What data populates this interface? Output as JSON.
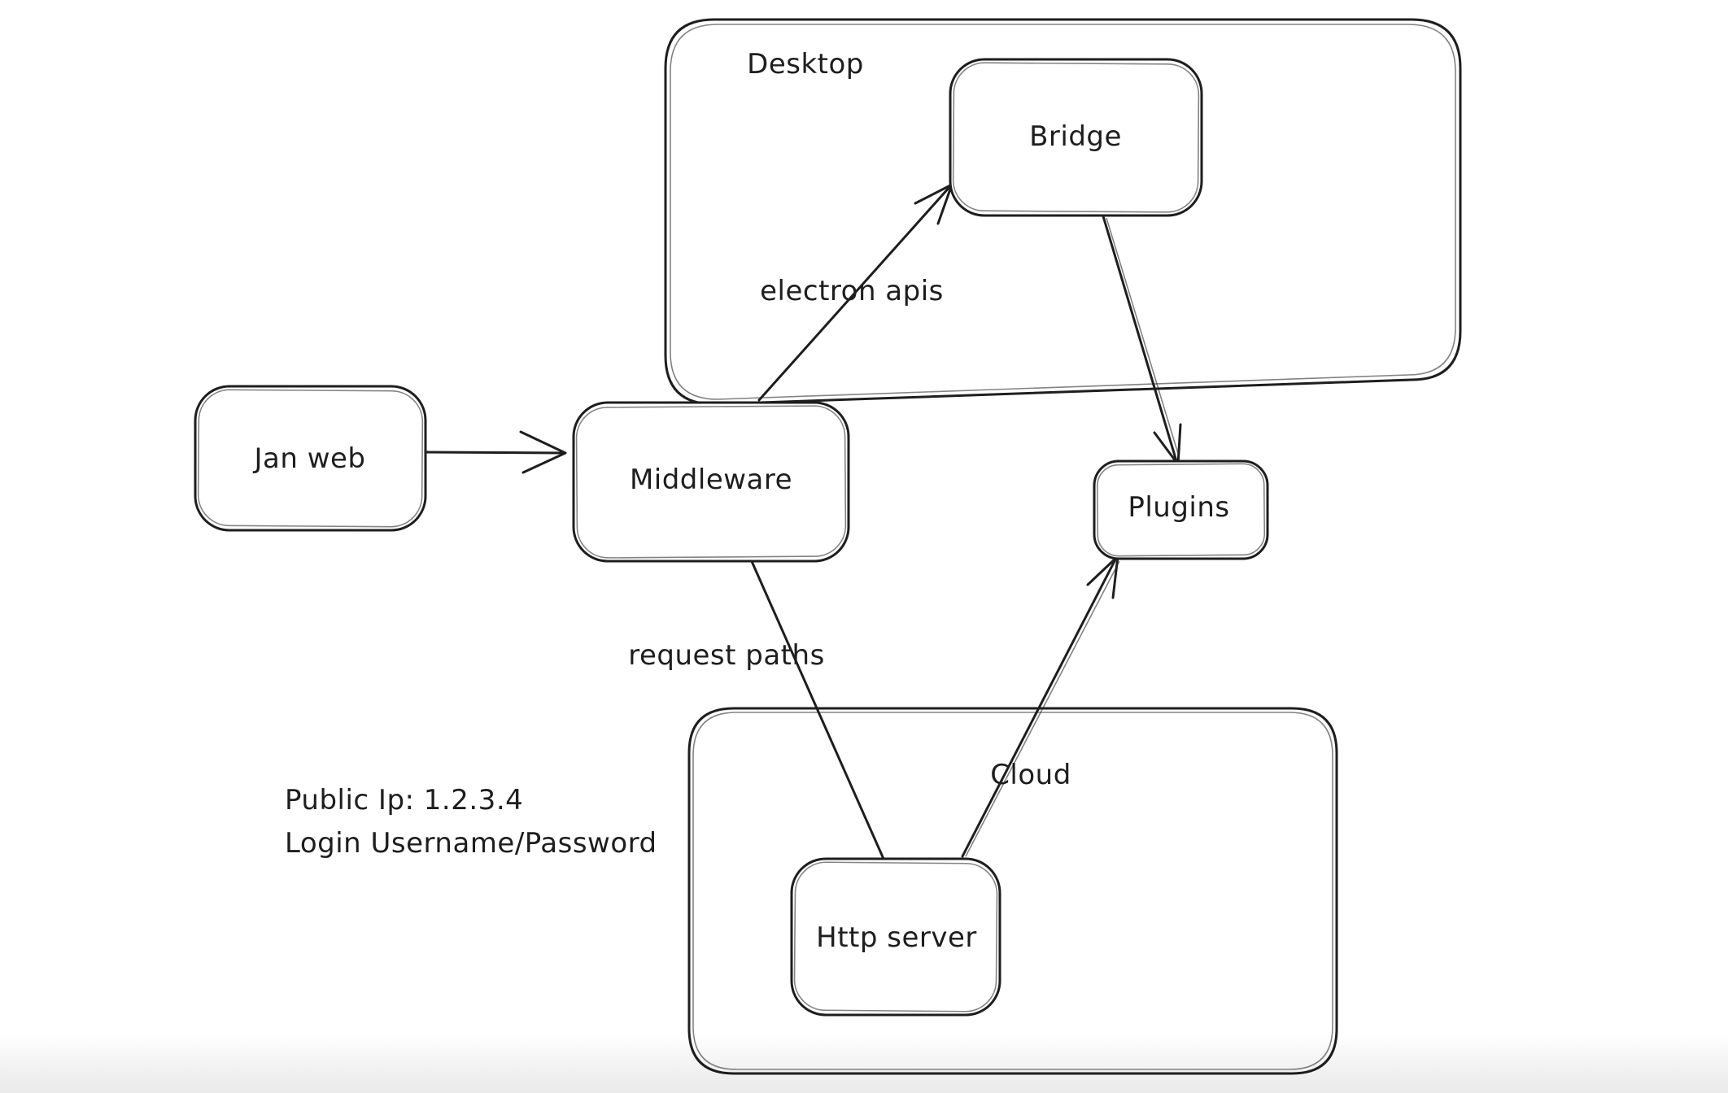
{
  "canvas": {
    "background_color": "#ffffff",
    "stroke_color": "#1e1e1e",
    "description": "Hand-drawn style architecture diagram"
  },
  "containers": [
    {
      "id": "desktop",
      "label": "Desktop"
    },
    {
      "id": "cloud",
      "label": "Cloud"
    }
  ],
  "nodes": [
    {
      "id": "jan-web",
      "label": "Jan web"
    },
    {
      "id": "middleware",
      "label": "Middleware"
    },
    {
      "id": "bridge",
      "label": "Bridge",
      "container": "desktop"
    },
    {
      "id": "plugins",
      "label": "Plugins"
    },
    {
      "id": "http-server",
      "label": "Http server",
      "container": "cloud"
    }
  ],
  "edges": [
    {
      "id": "jan-web-to-middleware",
      "from": "jan-web",
      "to": "middleware",
      "label": "",
      "arrowhead": "end"
    },
    {
      "id": "middleware-to-bridge",
      "from": "middleware",
      "to": "bridge",
      "label": "electron apis",
      "arrowhead": "end"
    },
    {
      "id": "bridge-to-plugins",
      "from": "bridge",
      "to": "plugins",
      "label": "",
      "arrowhead": "end"
    },
    {
      "id": "middleware-to-http-server",
      "from": "middleware",
      "to": "http-server",
      "label": "request paths",
      "arrowhead": "none"
    },
    {
      "id": "http-server-to-plugins",
      "from": "http-server",
      "to": "plugins",
      "label": "",
      "arrowhead": "end"
    }
  ],
  "annotations": {
    "public_ip": "Public Ip: 1.2.3.4",
    "login": "Login Username/Password"
  }
}
